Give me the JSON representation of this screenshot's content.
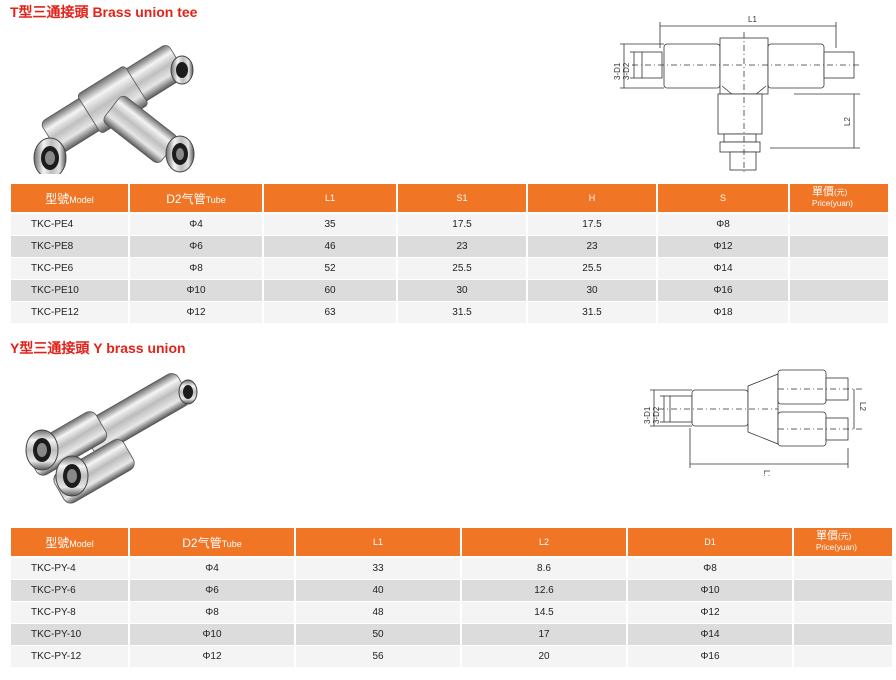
{
  "tee": {
    "title": "T型三通接頭  Brass union tee",
    "drawing_labels": {
      "l1": "L1",
      "l2": "L2",
      "d1": "3-D1",
      "d2": "3-D2"
    },
    "headers": {
      "model": "型號",
      "model_small": "Model",
      "tube": "D2气管",
      "tube_small": "Tube",
      "l1": "L1",
      "s1": "S1",
      "h": "H",
      "s": "S",
      "price": "單價",
      "price_unit": "(元)",
      "price_en": "Price(yuan)"
    },
    "rows": [
      {
        "model": "TKC-PE4",
        "tube": "Φ4",
        "l1": "35",
        "s1": "17.5",
        "h": "17.5",
        "s": "Φ8",
        "price": ""
      },
      {
        "model": "TKC-PE8",
        "tube": "Φ6",
        "l1": "46",
        "s1": "23",
        "h": "23",
        "s": "Φ12",
        "price": ""
      },
      {
        "model": "TKC-PE6",
        "tube": "Φ8",
        "l1": "52",
        "s1": "25.5",
        "h": "25.5",
        "s": "Φ14",
        "price": ""
      },
      {
        "model": "TKC-PE10",
        "tube": "Φ10",
        "l1": "60",
        "s1": "30",
        "h": "30",
        "s": "Φ16",
        "price": ""
      },
      {
        "model": "TKC-PE12",
        "tube": "Φ12",
        "l1": "63",
        "s1": "31.5",
        "h": "31.5",
        "s": "Φ18",
        "price": ""
      }
    ]
  },
  "y_union": {
    "title": "Y型三通接頭 Y brass union",
    "drawing_labels": {
      "l1": "L1",
      "l2": "L2",
      "d1": "3-D1",
      "d2": "3-D2"
    },
    "headers": {
      "model": "型號",
      "model_small": "Model",
      "tube": "D2气管",
      "tube_small": "Tube",
      "l1": "L1",
      "l2": "L2",
      "d1": "D1",
      "price": "單價",
      "price_unit": "(元)",
      "price_en": "Price(yuan)"
    },
    "rows": [
      {
        "model": "TKC-PY-4",
        "tube": "Φ4",
        "l1": "33",
        "l2": "8.6",
        "d1": "Φ8",
        "price": ""
      },
      {
        "model": "TKC-PY-6",
        "tube": "Φ6",
        "l1": "40",
        "l2": "12.6",
        "d1": "Φ10",
        "price": ""
      },
      {
        "model": "TKC-PY-8",
        "tube": "Φ8",
        "l1": "48",
        "l2": "14.5",
        "d1": "Φ12",
        "price": ""
      },
      {
        "model": "TKC-PY-10",
        "tube": "Φ10",
        "l1": "50",
        "l2": "17",
        "d1": "Φ14",
        "price": ""
      },
      {
        "model": "TKC-PY-12",
        "tube": "Φ12",
        "l1": "56",
        "l2": "20",
        "d1": "Φ16",
        "price": ""
      }
    ]
  },
  "colors": {
    "title_red": "#e2231a",
    "header_orange": "#f07524",
    "row_light": "#f4f4f4",
    "row_dark": "#dcdcdc"
  }
}
